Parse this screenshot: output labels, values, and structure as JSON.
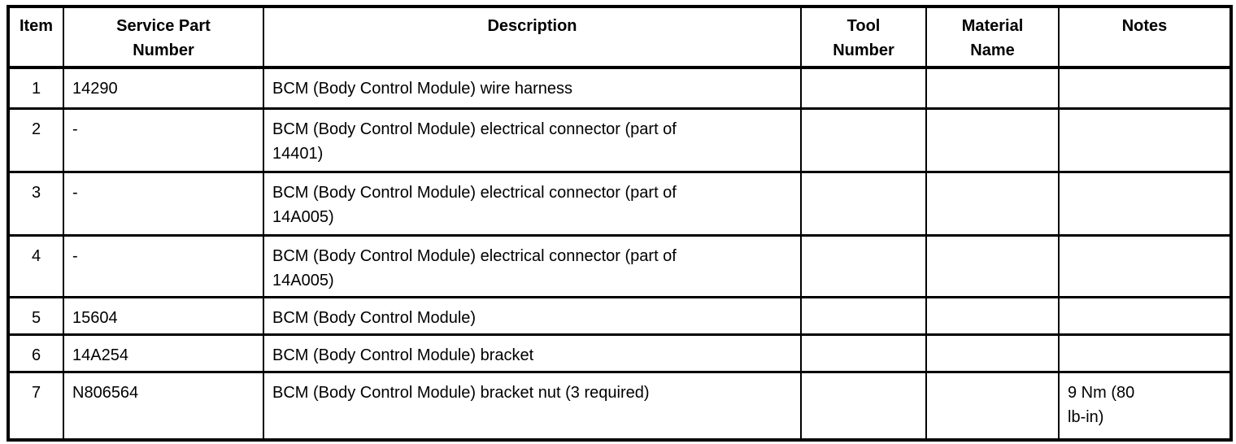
{
  "colors": {
    "border": "#000000",
    "background": "#ffffff",
    "text": "#000000"
  },
  "table": {
    "headers": {
      "item": "Item",
      "part": "Service Part\nNumber",
      "desc": "Description",
      "tool": "Tool\nNumber",
      "material": "Material\nName",
      "notes": "Notes"
    },
    "rows": [
      {
        "item": "1",
        "part": "14290",
        "desc": "BCM (Body Control Module) wire harness",
        "tool": "",
        "material": "",
        "notes": ""
      },
      {
        "item": "2",
        "part": "-",
        "desc": "BCM (Body Control Module) electrical connector (part of\n14401)",
        "tool": "",
        "material": "",
        "notes": ""
      },
      {
        "item": "3",
        "part": "-",
        "desc": "BCM (Body Control Module) electrical connector (part of\n14A005)",
        "tool": "",
        "material": "",
        "notes": ""
      },
      {
        "item": "4",
        "part": "-",
        "desc": "BCM (Body Control Module) electrical connector (part of\n14A005)",
        "tool": "",
        "material": "",
        "notes": ""
      },
      {
        "item": "5",
        "part": "15604",
        "desc": "BCM (Body Control Module)",
        "tool": "",
        "material": "",
        "notes": ""
      },
      {
        "item": "6",
        "part": "14A254",
        "desc": "BCM (Body Control Module) bracket",
        "tool": "",
        "material": "",
        "notes": ""
      },
      {
        "item": "7",
        "part": "N806564",
        "desc": "BCM (Body Control Module) bracket nut (3 required)",
        "tool": "",
        "material": "",
        "notes": "9 Nm (80\nlb-in)"
      }
    ]
  }
}
